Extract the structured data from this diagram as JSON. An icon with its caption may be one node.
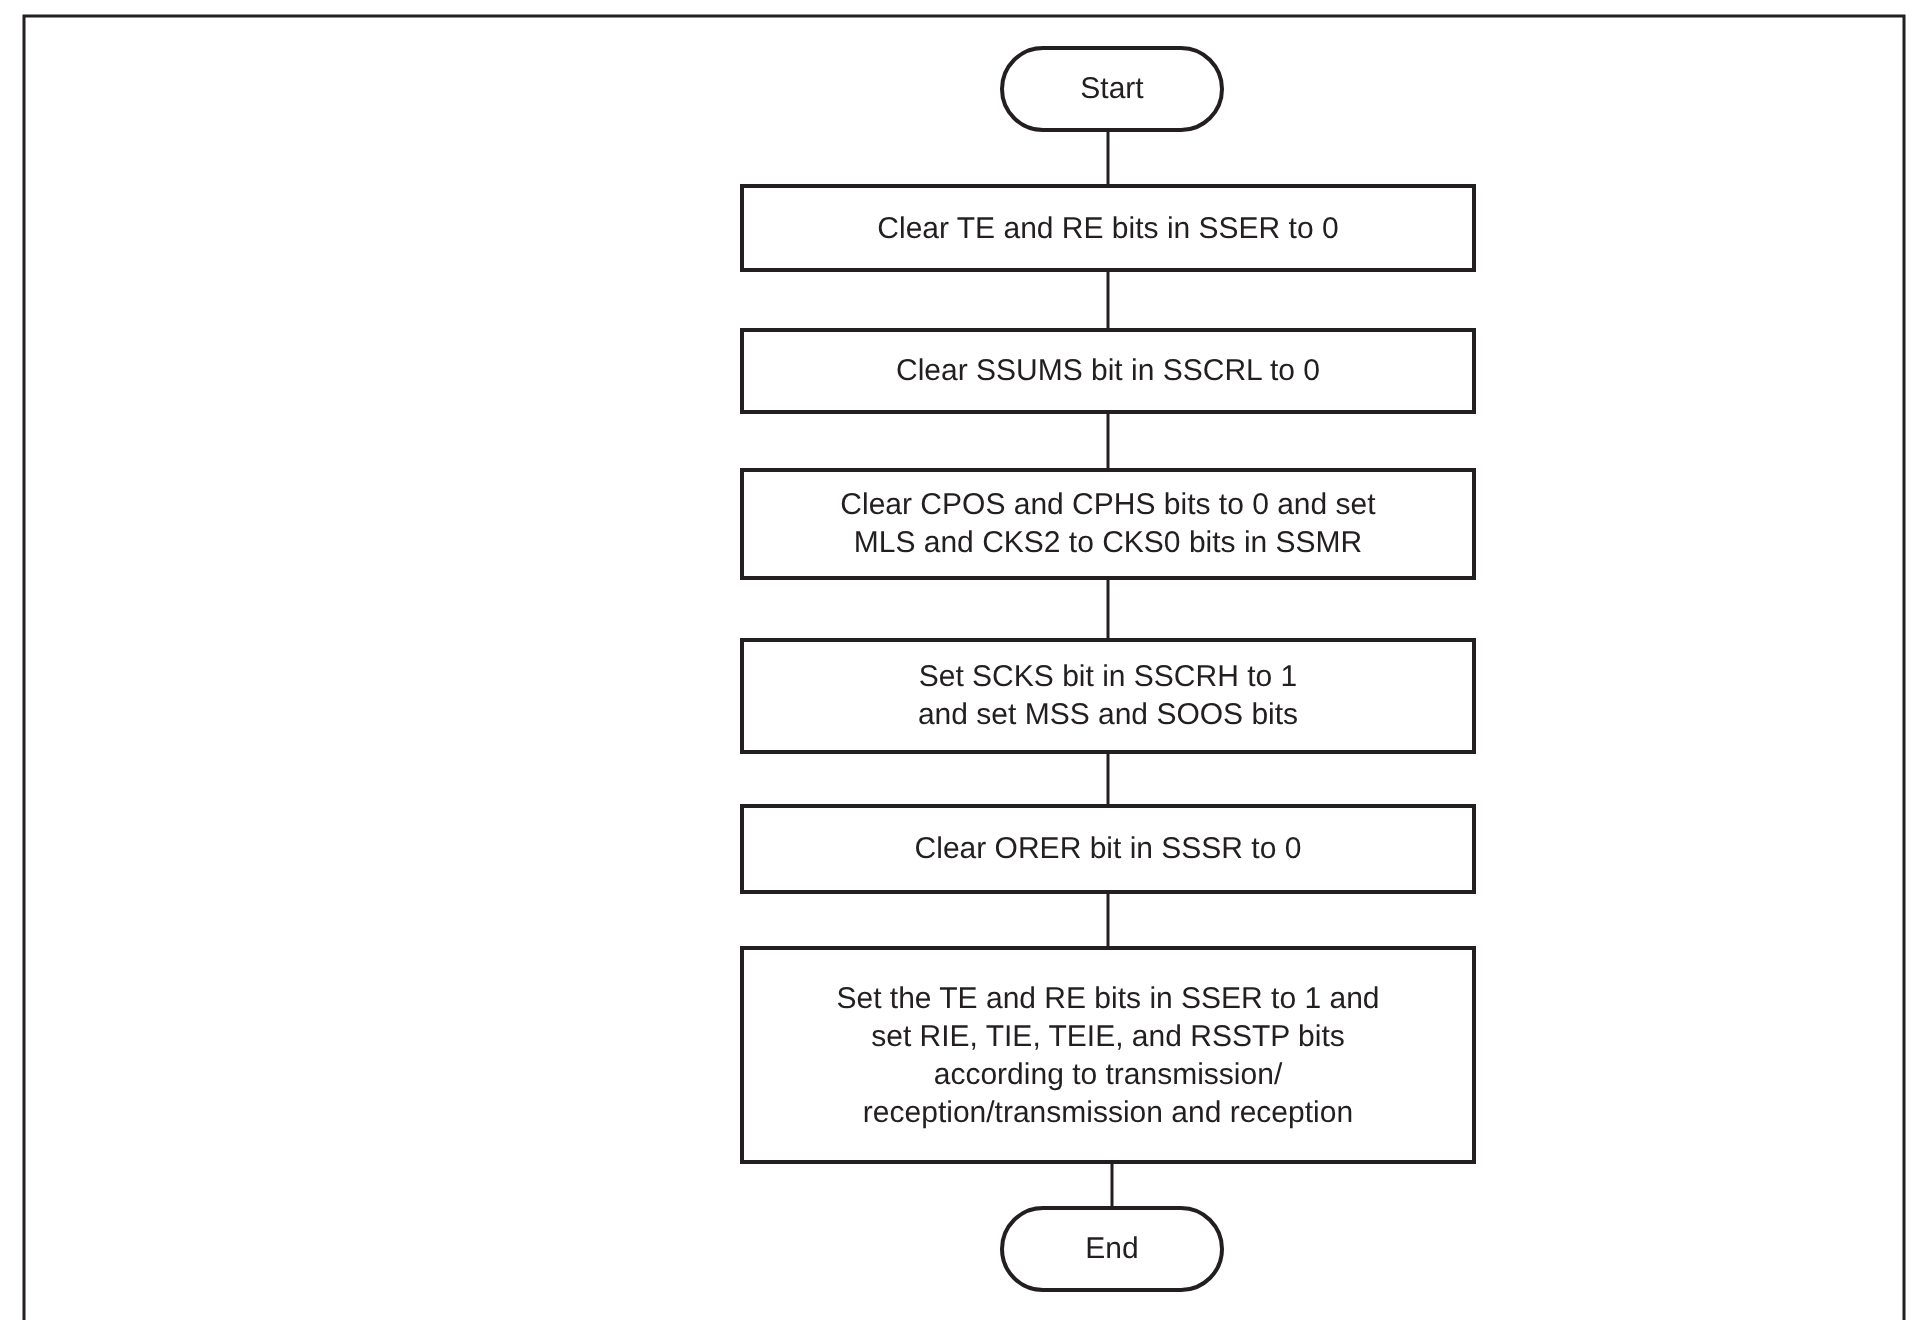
{
  "diagram": {
    "nodes": [
      {
        "text": [
          "Start"
        ]
      },
      {
        "text": [
          "Clear TE and RE bits in SSER to 0"
        ]
      },
      {
        "text": [
          "Clear SSUMS bit in SSCRL to 0"
        ]
      },
      {
        "text": [
          "Clear CPOS and CPHS bits to 0 and set MLS and CKS2 to CKS0 bits in SSMR"
        ]
      },
      {
        "text": [
          "Set SCKS bit in SSCRH to 1 and set MSS and SOOS bits"
        ]
      },
      {
        "text": [
          "Clear ORER bit in SSSR to 0"
        ]
      },
      {
        "text": [
          "Set the TE and RE bits in SSER to 1 and set RIE, TIE, TEIE, and RSSTP bits according to transmission/ reception/transmission and reception"
        ]
      },
      {
        "text": [
          "End"
        ]
      }
    ],
    "edges": [
      {
        "from": 0,
        "to": 1,
        "arrow": "none"
      },
      {
        "from": 1,
        "to": 2,
        "arrow": "none"
      },
      {
        "from": 2,
        "to": 3,
        "arrow": "none"
      },
      {
        "from": 3,
        "to": 4,
        "arrow": "none"
      },
      {
        "from": 4,
        "to": 5,
        "arrow": "none"
      },
      {
        "from": 5,
        "to": 6,
        "arrow": "none"
      },
      {
        "from": 6,
        "to": 7,
        "arrow": "none"
      }
    ]
  }
}
